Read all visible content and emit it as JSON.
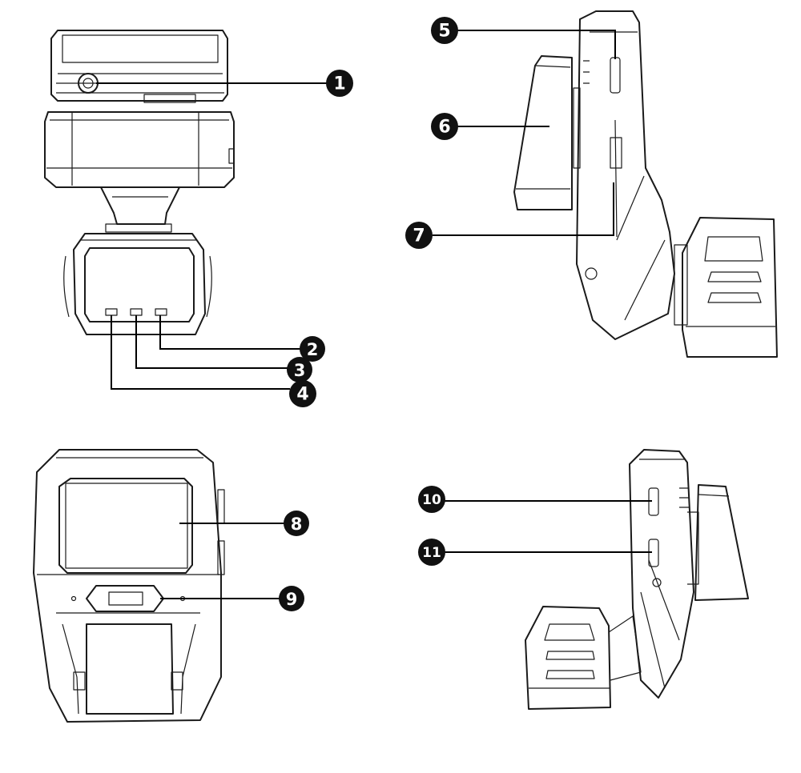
{
  "diagram": {
    "callouts": [
      {
        "id": "1",
        "label": "1"
      },
      {
        "id": "2",
        "label": "2"
      },
      {
        "id": "3",
        "label": "3"
      },
      {
        "id": "4",
        "label": "4"
      },
      {
        "id": "5",
        "label": "5"
      },
      {
        "id": "6",
        "label": "6"
      },
      {
        "id": "7",
        "label": "7"
      },
      {
        "id": "8",
        "label": "8"
      },
      {
        "id": "9",
        "label": "9"
      },
      {
        "id": "10",
        "label": "10"
      },
      {
        "id": "11",
        "label": "11"
      }
    ],
    "colors": {
      "line": "#1a1a1a",
      "callout": "#111111",
      "background": "#ffffff"
    }
  }
}
